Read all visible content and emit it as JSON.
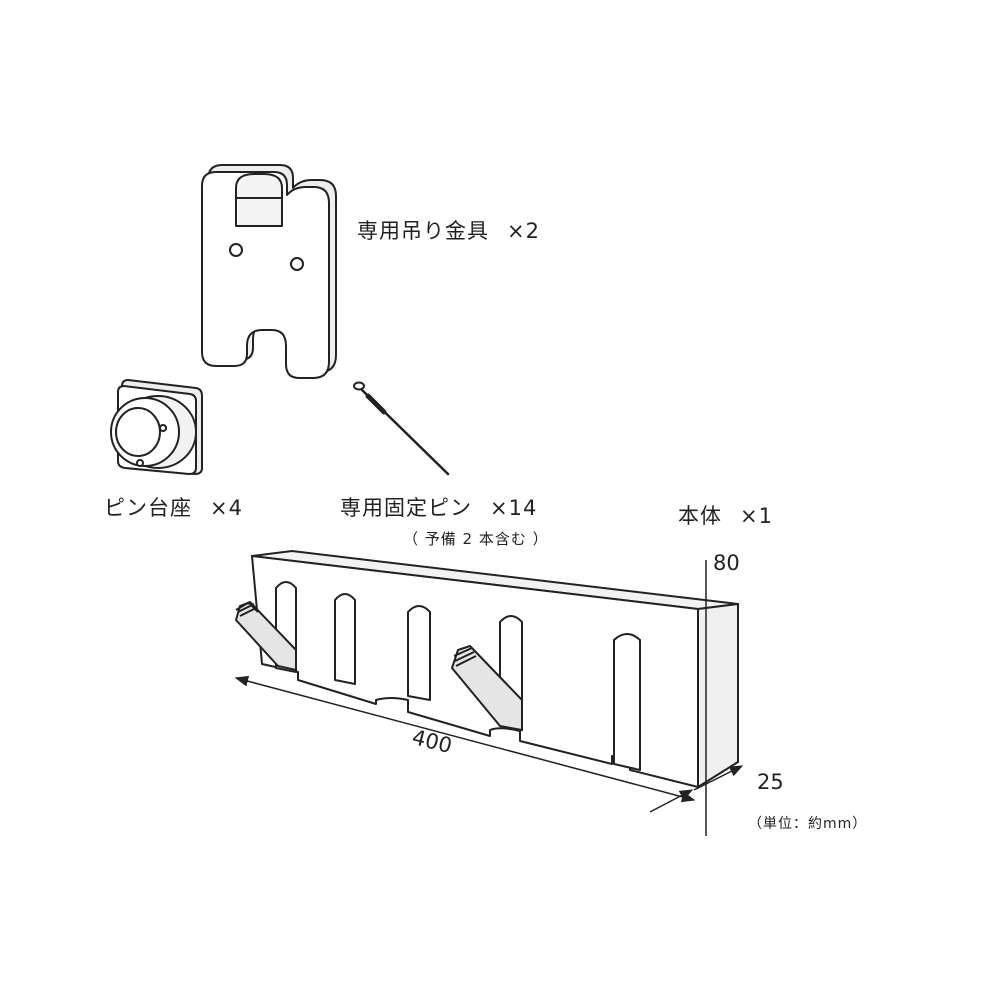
{
  "parts": {
    "bracket": {
      "name": "専用吊り金具",
      "qty": "×2"
    },
    "pin_base": {
      "name": "ピン台座",
      "qty": "×4"
    },
    "pin": {
      "name": "専用固定ピン",
      "qty": "×14",
      "note": "（ 予備 2 本含む ）"
    },
    "body": {
      "name": "本体",
      "qty": "×1"
    }
  },
  "dimensions": {
    "height": "80",
    "width": "400",
    "depth": "25",
    "unit_note": "（単位：約mm）"
  },
  "colors": {
    "line": "#222222",
    "fill": "#ffffff",
    "shade": "#e9e9e9"
  }
}
